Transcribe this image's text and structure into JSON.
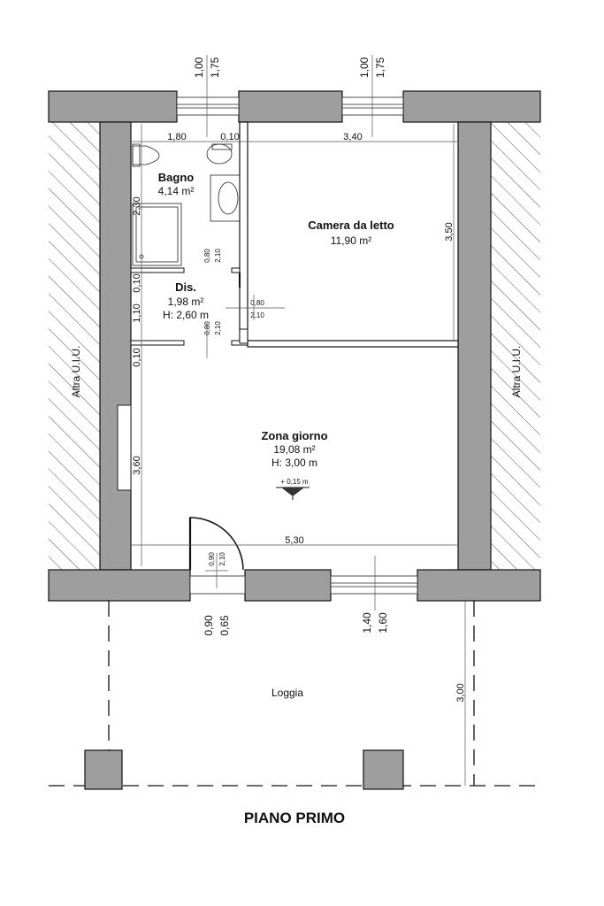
{
  "title": "PIANO PRIMO",
  "rooms": {
    "bagno": {
      "name": "Bagno",
      "area": "4,14 m²"
    },
    "camera": {
      "name": "Camera da letto",
      "area": "11,90 m²"
    },
    "dis": {
      "name": "Dis.",
      "area": "1,98 m²",
      "height": "H: 2,60 m"
    },
    "zona": {
      "name": "Zona giorno",
      "area": "19,08 m²",
      "height": "H: 3,00 m",
      "level": "+ 0,15 m"
    },
    "loggia": {
      "name": "Loggia"
    }
  },
  "sides": {
    "left": "Altra U.I.U.",
    "right": "Altra U.I.U."
  },
  "dimensions": {
    "win_top_left_a": "1,00",
    "win_top_left_b": "1,75",
    "win_top_right_a": "1,00",
    "win_top_right_b": "1,75",
    "bagno_w": "1,80",
    "wall_010": "0,10",
    "camera_w": "3,40",
    "bagno_h": "2,30",
    "camera_h": "3,50",
    "dis_wall_top": "0,10",
    "dis_h": "1,10",
    "dis_wall_bot": "0,10",
    "door_bagno_a": "0,80",
    "door_bagno_b": "2,10",
    "door_camera_a": "0,80",
    "door_camera_b": "2,10",
    "door_dis_a": "0,80",
    "door_dis_b": "2,10",
    "zona_h": "3,60",
    "zona_w": "5,30",
    "door_entry_a": "0,90",
    "door_entry_b": "2,10",
    "entry_bottom_a": "0,90",
    "entry_bottom_b": "0,65",
    "win_bottom_a": "1,40",
    "win_bottom_b": "1,60",
    "loggia_h": "3,00"
  }
}
